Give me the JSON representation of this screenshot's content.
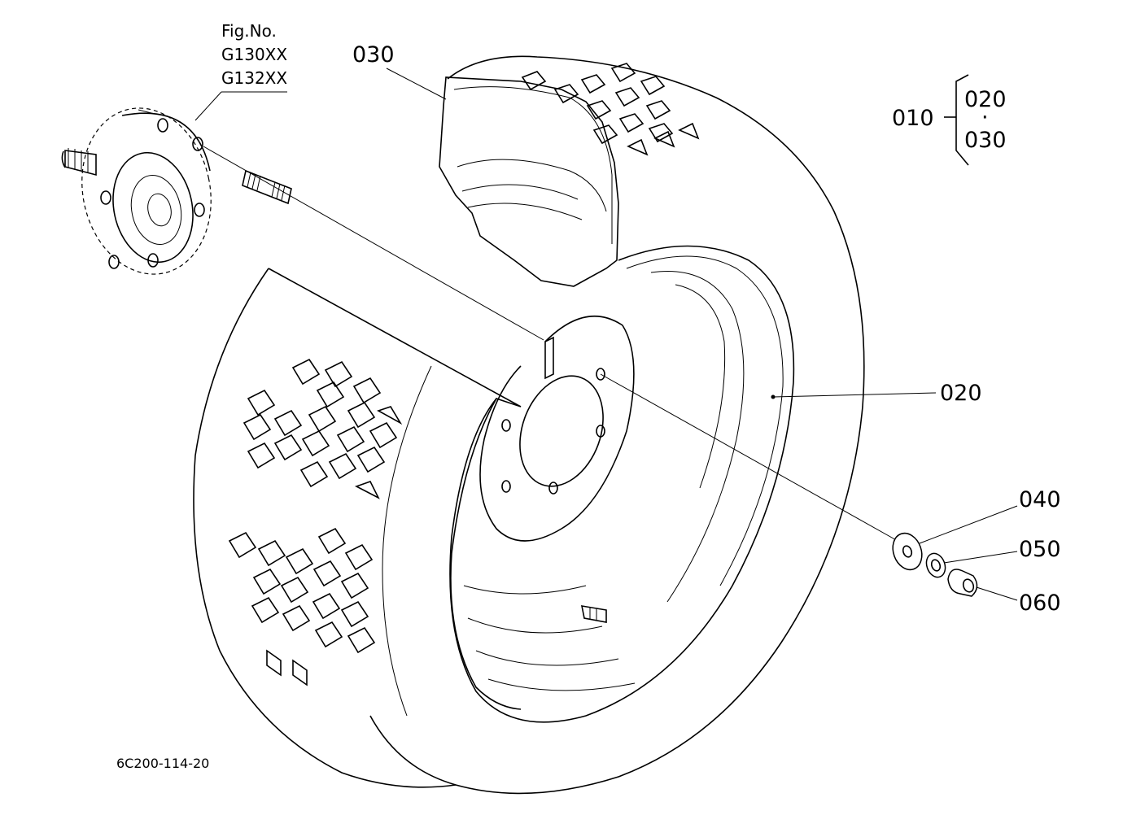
{
  "figure": {
    "fig_no_label": "Fig.No.",
    "fig_refs": [
      "G130XX",
      "G132XX"
    ],
    "drawing_number": "6C200-114-20"
  },
  "callouts": {
    "p010": "010",
    "p020": "020",
    "p030": "030",
    "p040": "040",
    "p050": "050",
    "p060": "060",
    "group_020": "020",
    "group_dot": "·",
    "group_030": "030"
  }
}
